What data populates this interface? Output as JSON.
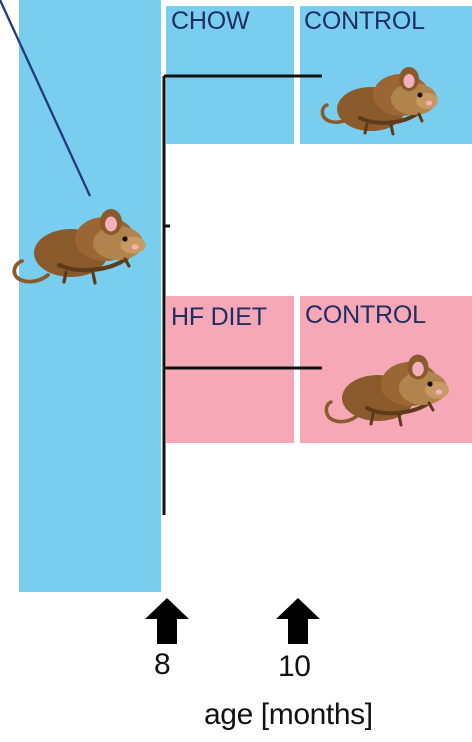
{
  "groups": {
    "chow_label": "CHOW",
    "control_top_label": "CONTROL",
    "hf_diet_label": "HF DIET",
    "control_bottom_label": "CONTROL"
  },
  "timeline": {
    "ticks": [
      "8",
      "10"
    ],
    "axis_label": "age [months]"
  },
  "icons": {
    "mouse": "mouse-icon",
    "arrow": "up-arrow-icon"
  },
  "colors": {
    "blue": "#79cdee",
    "pink": "#f6a8b7",
    "mouse_fur": "#8a5a2d",
    "mouse_shadow": "#5d3a18",
    "mouse_belly": "#c69a62",
    "ear_pink": "#f1b0bb",
    "text_dark": "#1f2f63",
    "line_black": "#111111"
  }
}
